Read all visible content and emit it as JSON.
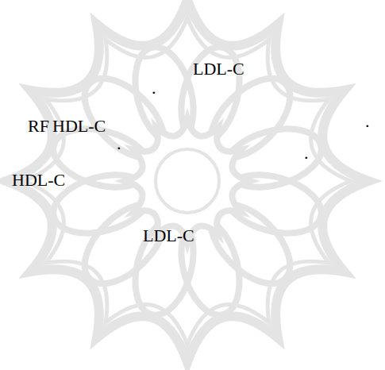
{
  "diagram": {
    "labels": [
      "LDL-C",
      ".",
      ".",
      "RF",
      "HDL-C",
      ".",
      ".",
      "HDL-C",
      "LDL-C"
    ]
  }
}
